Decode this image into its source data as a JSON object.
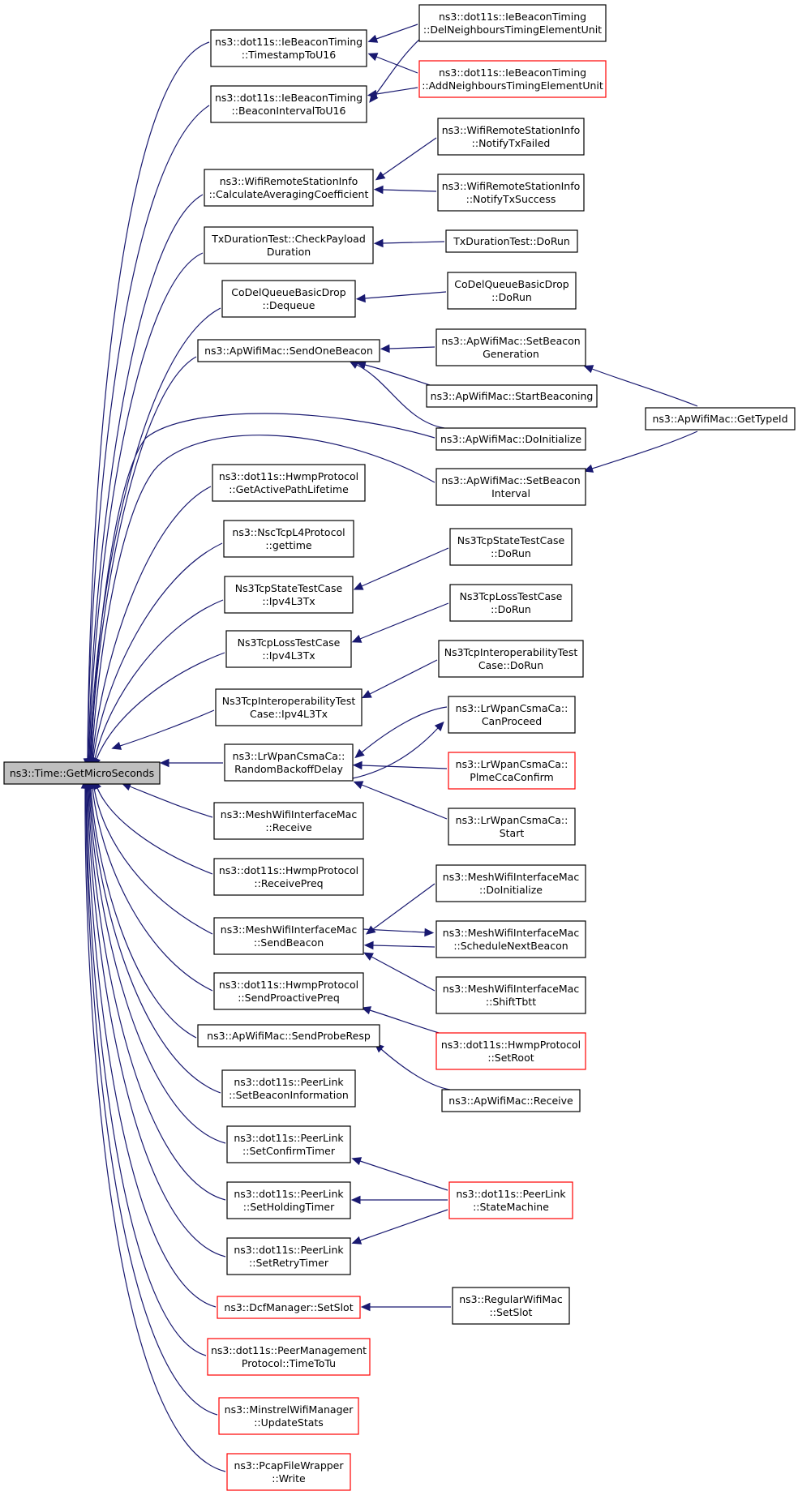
{
  "diagram": {
    "colors": {
      "edge": "#191970",
      "normal_border": "#000000",
      "red_border": "#ff0000",
      "root_fill": "#bfbfbf"
    },
    "nodes": [
      {
        "id": "n_root",
        "lines": [
          "ns3::Time::GetMicroSeconds"
        ],
        "style": "root"
      },
      {
        "id": "n_tsu16",
        "lines": [
          "ns3::dot11s::IeBeaconTiming",
          "::TimestampToU16"
        ],
        "style": "normal"
      },
      {
        "id": "n_biu16",
        "lines": [
          "ns3::dot11s::IeBeaconTiming",
          "::BeaconIntervalToU16"
        ],
        "style": "normal"
      },
      {
        "id": "n_delnb",
        "lines": [
          "ns3::dot11s::IeBeaconTiming",
          "::DelNeighboursTimingElementUnit"
        ],
        "style": "normal"
      },
      {
        "id": "n_addnb",
        "lines": [
          "ns3::dot11s::IeBeaconTiming",
          "::AddNeighboursTimingElementUnit"
        ],
        "style": "red"
      },
      {
        "id": "n_calcavg",
        "lines": [
          "ns3::WifiRemoteStationInfo",
          "::CalculateAveragingCoefficient"
        ],
        "style": "normal"
      },
      {
        "id": "n_ntxfail",
        "lines": [
          "ns3::WifiRemoteStationInfo",
          "::NotifyTxFailed"
        ],
        "style": "normal"
      },
      {
        "id": "n_ntxsucc",
        "lines": [
          "ns3::WifiRemoteStationInfo",
          "::NotifyTxSuccess"
        ],
        "style": "normal"
      },
      {
        "id": "n_txcheck",
        "lines": [
          "TxDurationTest::CheckPayload",
          "Duration"
        ],
        "style": "normal"
      },
      {
        "id": "n_txdorun",
        "lines": [
          "TxDurationTest::DoRun"
        ],
        "style": "normal"
      },
      {
        "id": "n_codeq",
        "lines": [
          "CoDelQueueBasicDrop",
          "::Dequeue"
        ],
        "style": "normal"
      },
      {
        "id": "n_codorun",
        "lines": [
          "CoDelQueueBasicDrop",
          "::DoRun"
        ],
        "style": "normal"
      },
      {
        "id": "n_sendone",
        "lines": [
          "ns3::ApWifiMac::SendOneBeacon"
        ],
        "style": "normal"
      },
      {
        "id": "n_setbgen",
        "lines": [
          "ns3::ApWifiMac::SetBeacon",
          "Generation"
        ],
        "style": "normal"
      },
      {
        "id": "n_startb",
        "lines": [
          "ns3::ApWifiMac::StartBeaconing"
        ],
        "style": "normal"
      },
      {
        "id": "n_apdoinit",
        "lines": [
          "ns3::ApWifiMac::DoInitialize"
        ],
        "style": "normal"
      },
      {
        "id": "n_setbint",
        "lines": [
          "ns3::ApWifiMac::SetBeacon",
          "Interval"
        ],
        "style": "normal"
      },
      {
        "id": "n_gettypeid",
        "lines": [
          "ns3::ApWifiMac::GetTypeId"
        ],
        "style": "normal"
      },
      {
        "id": "n_getapl",
        "lines": [
          "ns3::dot11s::HwmpProtocol",
          "::GetActivePathLifetime"
        ],
        "style": "normal"
      },
      {
        "id": "n_nscget",
        "lines": [
          "ns3::NscTcpL4Protocol",
          "::gettime"
        ],
        "style": "normal"
      },
      {
        "id": "n_tcpstipv4",
        "lines": [
          "Ns3TcpStateTestCase",
          "::Ipv4L3Tx"
        ],
        "style": "normal"
      },
      {
        "id": "n_tcpstrun",
        "lines": [
          "Ns3TcpStateTestCase",
          "::DoRun"
        ],
        "style": "normal"
      },
      {
        "id": "n_tcplsipv4",
        "lines": [
          "Ns3TcpLossTestCase",
          "::Ipv4L3Tx"
        ],
        "style": "normal"
      },
      {
        "id": "n_tcplsrun",
        "lines": [
          "Ns3TcpLossTestCase",
          "::DoRun"
        ],
        "style": "normal"
      },
      {
        "id": "n_tcpinipv4",
        "lines": [
          "Ns3TcpInteroperabilityTest",
          "Case::Ipv4L3Tx"
        ],
        "style": "normal"
      },
      {
        "id": "n_tcpinrun",
        "lines": [
          "Ns3TcpInteroperabilityTest",
          "Case::DoRun"
        ],
        "style": "normal"
      },
      {
        "id": "n_lrrbd",
        "lines": [
          "ns3::LrWpanCsmaCa::",
          "RandomBackoffDelay"
        ],
        "style": "normal"
      },
      {
        "id": "n_lrcanp",
        "lines": [
          "ns3::LrWpanCsmaCa::",
          "CanProceed"
        ],
        "style": "normal"
      },
      {
        "id": "n_lrplme",
        "lines": [
          "ns3::LrWpanCsmaCa::",
          "PlmeCcaConfirm"
        ],
        "style": "red"
      },
      {
        "id": "n_lrstart",
        "lines": [
          "ns3::LrWpanCsmaCa::",
          "Start"
        ],
        "style": "normal"
      },
      {
        "id": "n_meshrecv",
        "lines": [
          "ns3::MeshWifiInterfaceMac",
          "::Receive"
        ],
        "style": "normal"
      },
      {
        "id": "n_hwrpreq",
        "lines": [
          "ns3::dot11s::HwmpProtocol",
          "::ReceivePreq"
        ],
        "style": "normal"
      },
      {
        "id": "n_meshsend",
        "lines": [
          "ns3::MeshWifiInterfaceMac",
          "::SendBeacon"
        ],
        "style": "normal"
      },
      {
        "id": "n_meshinit",
        "lines": [
          "ns3::MeshWifiInterfaceMac",
          "::DoInitialize"
        ],
        "style": "normal"
      },
      {
        "id": "n_meshsched",
        "lines": [
          "ns3::MeshWifiInterfaceMac",
          "::ScheduleNextBeacon"
        ],
        "style": "normal"
      },
      {
        "id": "n_meshshift",
        "lines": [
          "ns3::MeshWifiInterfaceMac",
          "::ShiftTbtt"
        ],
        "style": "normal"
      },
      {
        "id": "n_hwsendpp",
        "lines": [
          "ns3::dot11s::HwmpProtocol",
          "::SendProactivePreq"
        ],
        "style": "normal"
      },
      {
        "id": "n_hwsetroot",
        "lines": [
          "ns3::dot11s::HwmpProtocol",
          "::SetRoot"
        ],
        "style": "red"
      },
      {
        "id": "n_apsendpr",
        "lines": [
          "ns3::ApWifiMac::SendProbeResp"
        ],
        "style": "normal"
      },
      {
        "id": "n_aprecv",
        "lines": [
          "ns3::ApWifiMac::Receive"
        ],
        "style": "normal"
      },
      {
        "id": "n_plsetbi",
        "lines": [
          "ns3::dot11s::PeerLink",
          "::SetBeaconInformation"
        ],
        "style": "normal"
      },
      {
        "id": "n_plconf",
        "lines": [
          "ns3::dot11s::PeerLink",
          "::SetConfirmTimer"
        ],
        "style": "normal"
      },
      {
        "id": "n_plhold",
        "lines": [
          "ns3::dot11s::PeerLink",
          "::SetHoldingTimer"
        ],
        "style": "normal"
      },
      {
        "id": "n_plretry",
        "lines": [
          "ns3::dot11s::PeerLink",
          "::SetRetryTimer"
        ],
        "style": "normal"
      },
      {
        "id": "n_plsm",
        "lines": [
          "ns3::dot11s::PeerLink",
          "::StateMachine"
        ],
        "style": "red"
      },
      {
        "id": "n_dcfslot",
        "lines": [
          "ns3::DcfManager::SetSlot"
        ],
        "style": "red"
      },
      {
        "id": "n_regslot",
        "lines": [
          "ns3::RegularWifiMac",
          "::SetSlot"
        ],
        "style": "normal"
      },
      {
        "id": "n_pmtotu",
        "lines": [
          "ns3::dot11s::PeerManagement",
          "Protocol::TimeToTu"
        ],
        "style": "red"
      },
      {
        "id": "n_minstrel",
        "lines": [
          "ns3::MinstrelWifiManager",
          "::UpdateStats"
        ],
        "style": "red"
      },
      {
        "id": "n_pcapw",
        "lines": [
          "ns3::PcapFileWrapper",
          "::Write"
        ],
        "style": "red"
      }
    ],
    "edges": [
      {
        "from": "n_tsu16",
        "to": "n_root"
      },
      {
        "from": "n_biu16",
        "to": "n_root"
      },
      {
        "from": "n_calcavg",
        "to": "n_root"
      },
      {
        "from": "n_txcheck",
        "to": "n_root"
      },
      {
        "from": "n_codeq",
        "to": "n_root"
      },
      {
        "from": "n_sendone",
        "to": "n_root"
      },
      {
        "from": "n_apdoinit",
        "to": "n_root"
      },
      {
        "from": "n_setbint",
        "to": "n_root"
      },
      {
        "from": "n_getapl",
        "to": "n_root"
      },
      {
        "from": "n_nscget",
        "to": "n_root"
      },
      {
        "from": "n_tcpstipv4",
        "to": "n_root"
      },
      {
        "from": "n_tcplsipv4",
        "to": "n_root"
      },
      {
        "from": "n_tcpinipv4",
        "to": "n_root"
      },
      {
        "from": "n_lrrbd",
        "to": "n_root"
      },
      {
        "from": "n_meshrecv",
        "to": "n_root"
      },
      {
        "from": "n_hwrpreq",
        "to": "n_root"
      },
      {
        "from": "n_meshsend",
        "to": "n_root"
      },
      {
        "from": "n_hwsendpp",
        "to": "n_root"
      },
      {
        "from": "n_apsendpr",
        "to": "n_root"
      },
      {
        "from": "n_plsetbi",
        "to": "n_root"
      },
      {
        "from": "n_plconf",
        "to": "n_root"
      },
      {
        "from": "n_plhold",
        "to": "n_root"
      },
      {
        "from": "n_plretry",
        "to": "n_root"
      },
      {
        "from": "n_dcfslot",
        "to": "n_root"
      },
      {
        "from": "n_pmtotu",
        "to": "n_root"
      },
      {
        "from": "n_minstrel",
        "to": "n_root"
      },
      {
        "from": "n_pcapw",
        "to": "n_root"
      },
      {
        "from": "n_delnb",
        "to": "n_tsu16"
      },
      {
        "from": "n_addnb",
        "to": "n_tsu16"
      },
      {
        "from": "n_delnb",
        "to": "n_biu16"
      },
      {
        "from": "n_addnb",
        "to": "n_biu16"
      },
      {
        "from": "n_ntxfail",
        "to": "n_calcavg"
      },
      {
        "from": "n_ntxsucc",
        "to": "n_calcavg"
      },
      {
        "from": "n_txdorun",
        "to": "n_txcheck"
      },
      {
        "from": "n_codorun",
        "to": "n_codeq"
      },
      {
        "from": "n_setbgen",
        "to": "n_sendone"
      },
      {
        "from": "n_startb",
        "to": "n_sendone"
      },
      {
        "from": "n_apdoinit",
        "to": "n_sendone"
      },
      {
        "from": "n_gettypeid",
        "to": "n_setbgen"
      },
      {
        "from": "n_gettypeid",
        "to": "n_setbint"
      },
      {
        "from": "n_tcpstrun",
        "to": "n_tcpstipv4"
      },
      {
        "from": "n_tcplsrun",
        "to": "n_tcplsipv4"
      },
      {
        "from": "n_tcpinrun",
        "to": "n_tcpinipv4"
      },
      {
        "from": "n_lrcanp",
        "to": "n_lrrbd"
      },
      {
        "from": "n_lrrbd",
        "to": "n_lrcanp"
      },
      {
        "from": "n_lrplme",
        "to": "n_lrrbd"
      },
      {
        "from": "n_lrstart",
        "to": "n_lrrbd"
      },
      {
        "from": "n_meshinit",
        "to": "n_meshsend"
      },
      {
        "from": "n_meshsched",
        "to": "n_meshsend"
      },
      {
        "from": "n_meshsend",
        "to": "n_meshsched"
      },
      {
        "from": "n_meshshift",
        "to": "n_meshsend"
      },
      {
        "from": "n_hwsetroot",
        "to": "n_hwsendpp"
      },
      {
        "from": "n_aprecv",
        "to": "n_apsendpr"
      },
      {
        "from": "n_plsm",
        "to": "n_plconf"
      },
      {
        "from": "n_plsm",
        "to": "n_plhold"
      },
      {
        "from": "n_plsm",
        "to": "n_plretry"
      },
      {
        "from": "n_regslot",
        "to": "n_dcfslot"
      }
    ]
  }
}
